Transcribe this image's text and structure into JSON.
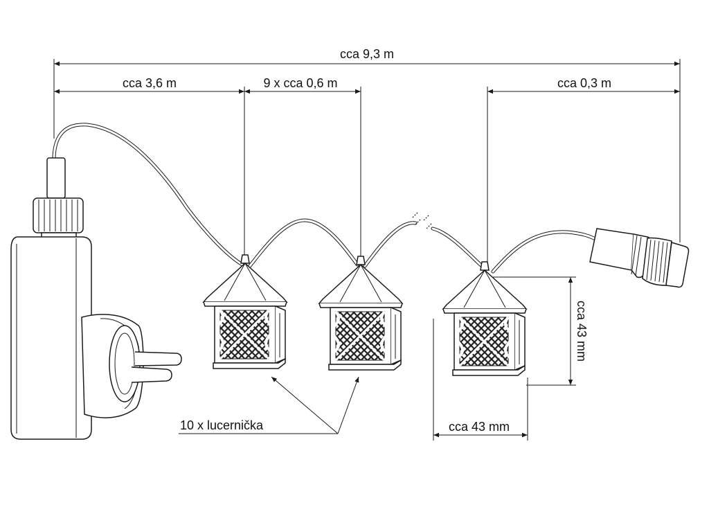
{
  "dimensions": {
    "total_length": "cca 9,3 m",
    "lead_cable": "cca 3,6 m",
    "spacing": "9 x cca 0,6 m",
    "end_cable": "cca 0,3 m",
    "lantern_height": "cca 43 mm",
    "lantern_width": "cca 43 mm"
  },
  "callouts": {
    "lantern_count": "10 x lucernička"
  }
}
